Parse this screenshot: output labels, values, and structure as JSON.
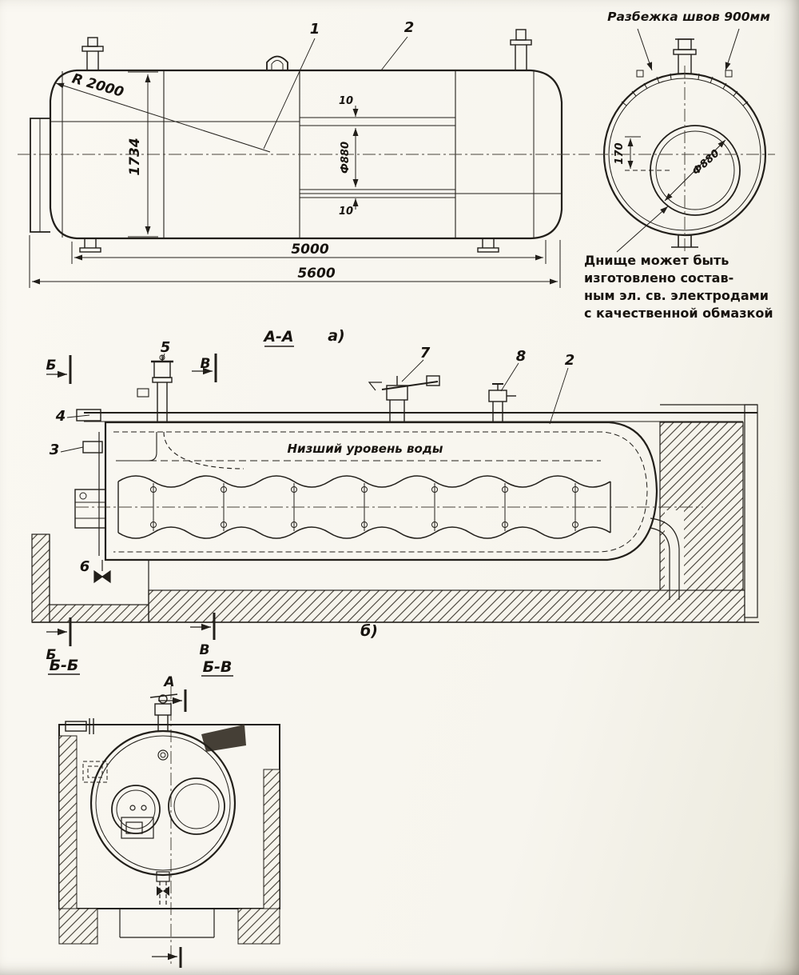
{
  "side_view": {
    "callout_1": "1",
    "callout_2": "2",
    "dim_radius": "R 2000",
    "dim_height": "1734",
    "dim_gap_top": "10",
    "dim_gap_bottom": "10",
    "dim_diameter": "Ф880",
    "dim_length_inner": "5000",
    "dim_length_overall": "5600"
  },
  "end_view": {
    "seam_note": "Разбежка швов 900мм",
    "dim_offset": "170",
    "dim_diameter": "Ф880",
    "note_line1": "Днище может быть",
    "note_line2": "изготовлено состав-",
    "note_line3": "ным эл. св. электродами",
    "note_line4": "с качественной обмазкой"
  },
  "section_aa": {
    "title": "А-А",
    "label_a": "а)",
    "label_b": "б)",
    "water_level_note": "Низший уровень воды",
    "callout_2": "2",
    "callout_3": "3",
    "callout_4": "4",
    "callout_5": "5",
    "callout_6": "6",
    "callout_7": "7",
    "callout_8": "8",
    "marker_b_top": "Б",
    "marker_b_bottom": "Б",
    "marker_v_top": "В",
    "marker_v_bottom": "В"
  },
  "section_bb": {
    "title_bb": "Б-Б",
    "title_bv": "Б-В",
    "marker_a": "А"
  }
}
